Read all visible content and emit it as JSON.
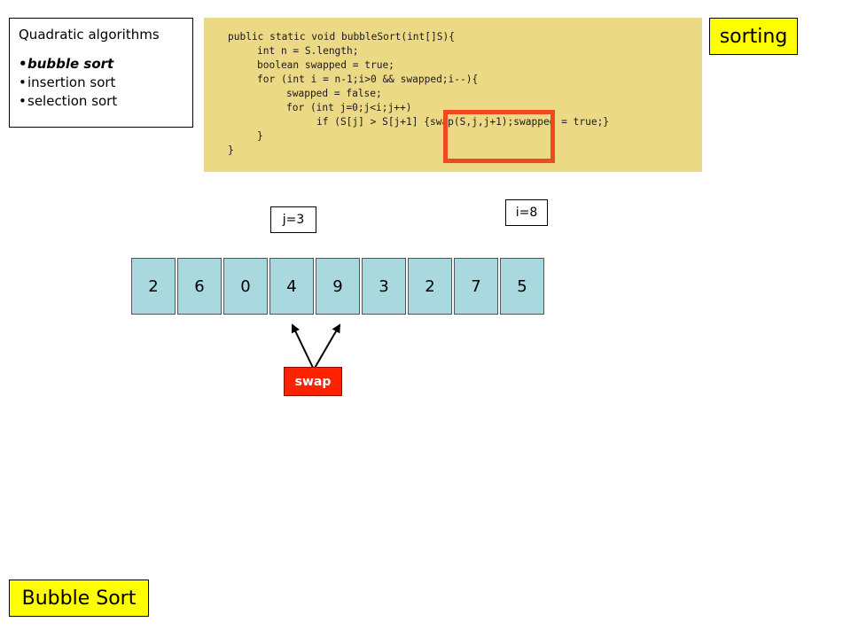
{
  "topics": {
    "title": "Quadratic algorithms",
    "items": [
      "bubble sort",
      "insertion sort",
      "selection sort"
    ],
    "current_index": 0
  },
  "code": {
    "lines": [
      "public static void bubbleSort(int[]S){",
      "int n = S.length;",
      "boolean swapped = true;",
      "for (int i = n-1;i>0 && swapped;i--){",
      "swapped = false;",
      "for (int j=0;j<i;j++)",
      "if (S[j] > S[j+1] {swap(S,j,j+1);swapped = true;}",
      "}",
      "}"
    ],
    "indent_levels": [
      0,
      1,
      1,
      1,
      2,
      2,
      3,
      1,
      0
    ],
    "highlight_line": 6,
    "background_color": "#ecd985",
    "highlight_color": "#ef4a1d"
  },
  "labels": {
    "sorting": "sorting",
    "title": "Bubble Sort",
    "j_label": "j=3",
    "i_label": "i=8",
    "swap": "swap",
    "tag_color": "#ffff00",
    "swap_color": "#ff2200"
  },
  "array": {
    "values": [
      "2",
      "6",
      "0",
      "4",
      "9",
      "3",
      "2",
      "7",
      "5"
    ],
    "cell_color": "#a9d8df",
    "j": 3,
    "i": 8,
    "swap_targets": [
      3,
      4
    ]
  }
}
